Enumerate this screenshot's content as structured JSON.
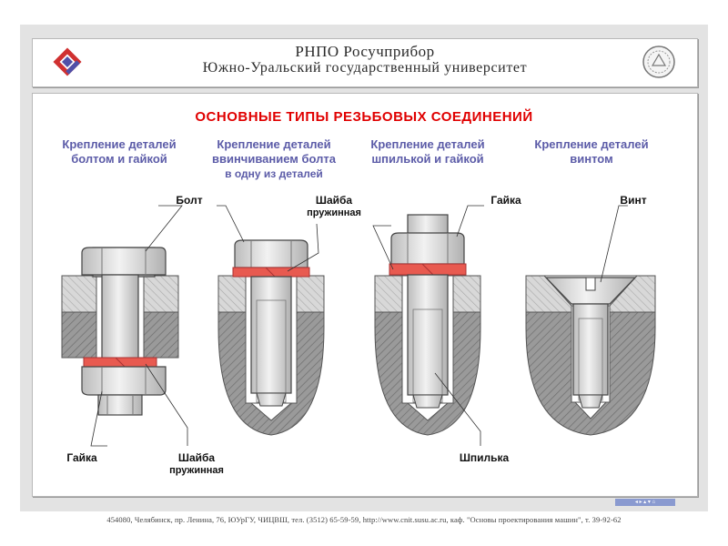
{
  "header": {
    "org": "РНПО Росучприбор",
    "university": "Южно-Уральский государственный университет",
    "logo_left_icon": "rnpo-logo-icon",
    "logo_right_icon": "university-seal-icon"
  },
  "title": "ОСНОВНЫЕ ТИПЫ РЕЗЬБОВЫХ СОЕДИНЕНИЙ",
  "columns": [
    {
      "line1": "Крепление деталей",
      "line2": "болтом и гайкой"
    },
    {
      "line1": "Крепление деталей",
      "line2": "ввинчиванием болта",
      "line3": "в одну из деталей"
    },
    {
      "line1": "Крепление деталей",
      "line2": "шпилькой и гайкой"
    },
    {
      "line1": "Крепление деталей",
      "line2": "винтом"
    }
  ],
  "labels": {
    "bolt": "Болт",
    "washer_line1": "Шайба",
    "washer_line2": "пружинная",
    "nut_top": "Гайка",
    "screw": "Винт",
    "nut_bottom": "Гайка",
    "washer_bottom_line1": "Шайба",
    "washer_bottom_line2": "пружинная",
    "stud": "Шпилька"
  },
  "footer": "454080, Челябинск, пр. Ленина, 76, ЮУрГУ, ЧИЦВШ, тел. (3512) 65-59-59, http://www.cnit.susu.ac.ru, каф. \"Основы проектирования машин\", т. 39-92-62",
  "colors": {
    "hatch": "#808080",
    "washer": "#e85a50",
    "metal": "#d9d9d9",
    "title": "#e00000",
    "heading": "#5c5ca8"
  }
}
